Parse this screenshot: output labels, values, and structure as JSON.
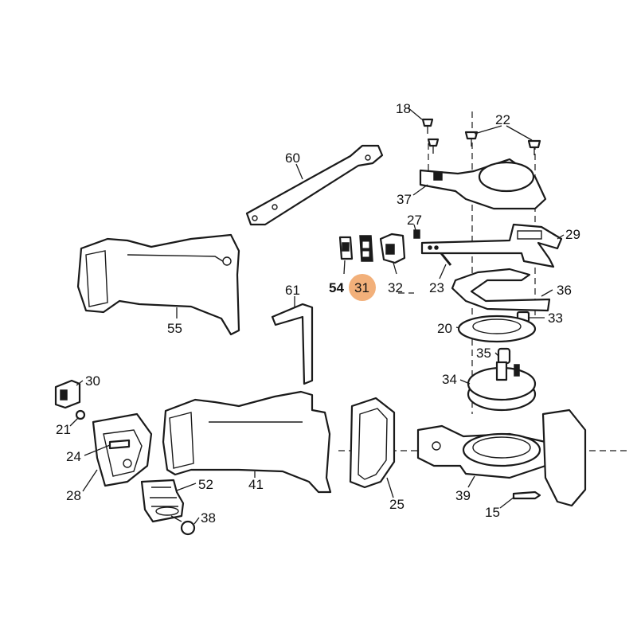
{
  "highlight_color": "#f2b07a",
  "highlighted_part": "31",
  "parts": [
    {
      "id": "p18",
      "label": "18"
    },
    {
      "id": "p22",
      "label": "22"
    },
    {
      "id": "p60",
      "label": "60"
    },
    {
      "id": "p37",
      "label": "37"
    },
    {
      "id": "p27",
      "label": "27"
    },
    {
      "id": "p29",
      "label": "29"
    },
    {
      "id": "p54",
      "label": "54"
    },
    {
      "id": "p31",
      "label": "31"
    },
    {
      "id": "p32",
      "label": "32"
    },
    {
      "id": "p23",
      "label": "23"
    },
    {
      "id": "p36",
      "label": "36"
    },
    {
      "id": "p61",
      "label": "61"
    },
    {
      "id": "p55",
      "label": "55"
    },
    {
      "id": "p33",
      "label": "33"
    },
    {
      "id": "p20",
      "label": "20"
    },
    {
      "id": "p35",
      "label": "35"
    },
    {
      "id": "p34",
      "label": "34"
    },
    {
      "id": "p30",
      "label": "30"
    },
    {
      "id": "p21",
      "label": "21"
    },
    {
      "id": "p24",
      "label": "24"
    },
    {
      "id": "p28",
      "label": "28"
    },
    {
      "id": "p52",
      "label": "52"
    },
    {
      "id": "p41",
      "label": "41"
    },
    {
      "id": "p25",
      "label": "25"
    },
    {
      "id": "p39",
      "label": "39"
    },
    {
      "id": "p15",
      "label": "15"
    },
    {
      "id": "p38",
      "label": "38"
    }
  ]
}
